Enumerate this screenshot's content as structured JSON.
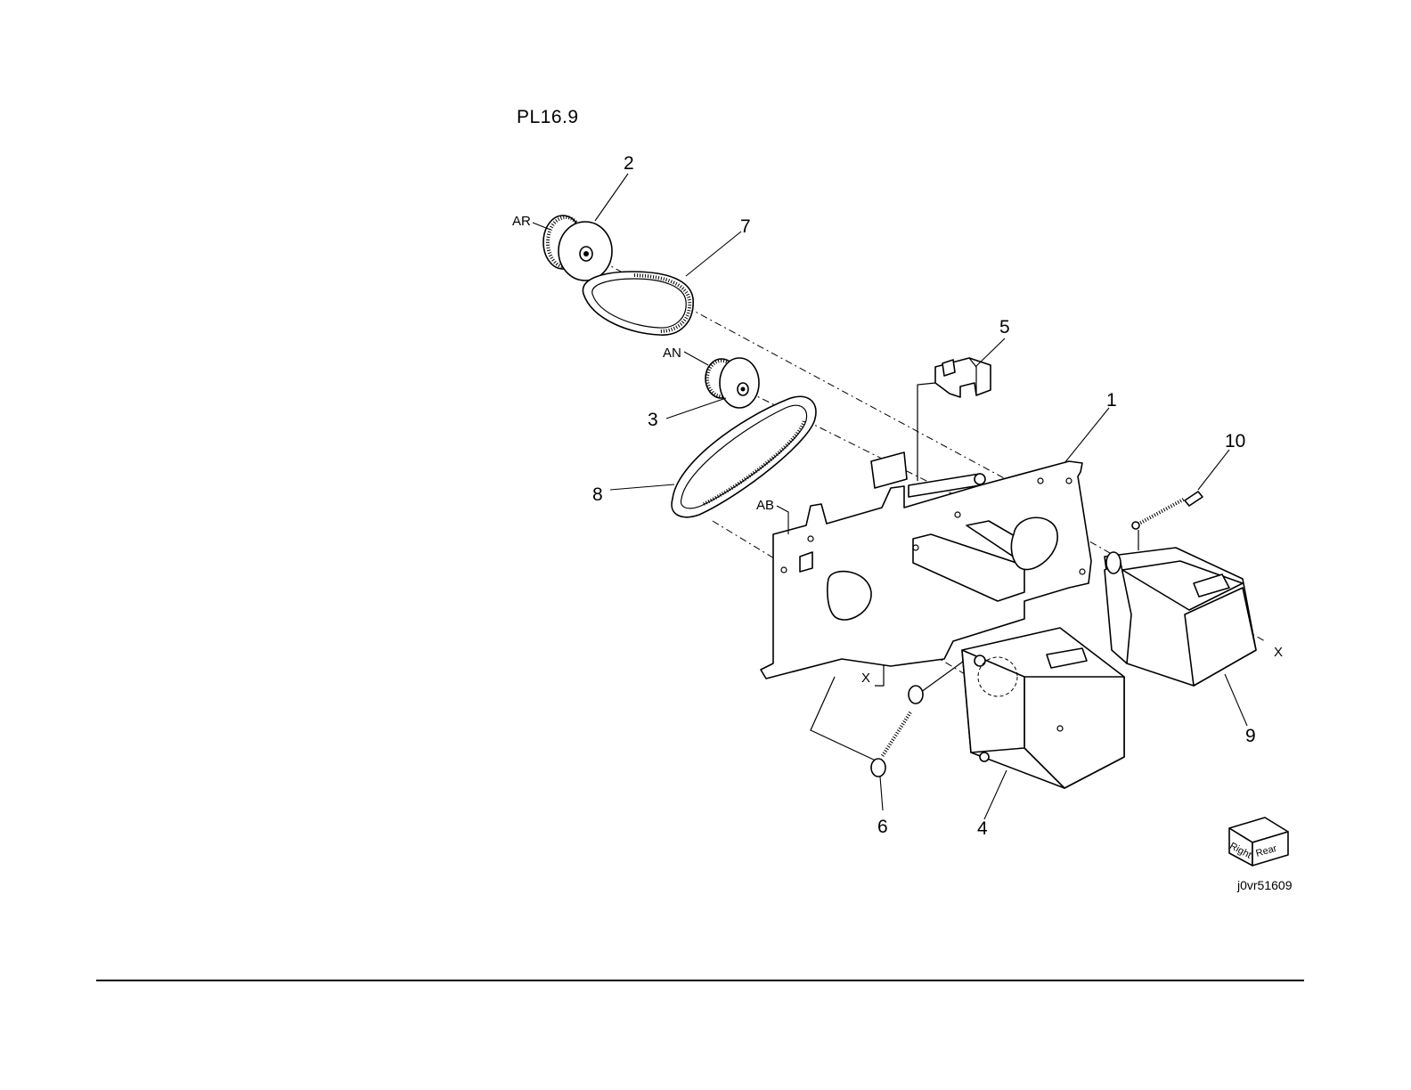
{
  "page": {
    "title": "PL16.9",
    "figure_id": "j0vr51609"
  },
  "callouts": {
    "c1": "1",
    "c2": "2",
    "c3": "3",
    "c4": "4",
    "c5": "5",
    "c6": "6",
    "c7": "7",
    "c8": "8",
    "c9": "9",
    "c10": "10"
  },
  "references": {
    "ar": "AR",
    "an": "AN",
    "ab": "AB",
    "x_left": "X",
    "x_right": "X"
  },
  "orientation_icon": {
    "right_label": "Right",
    "rear_label": "Rear"
  }
}
